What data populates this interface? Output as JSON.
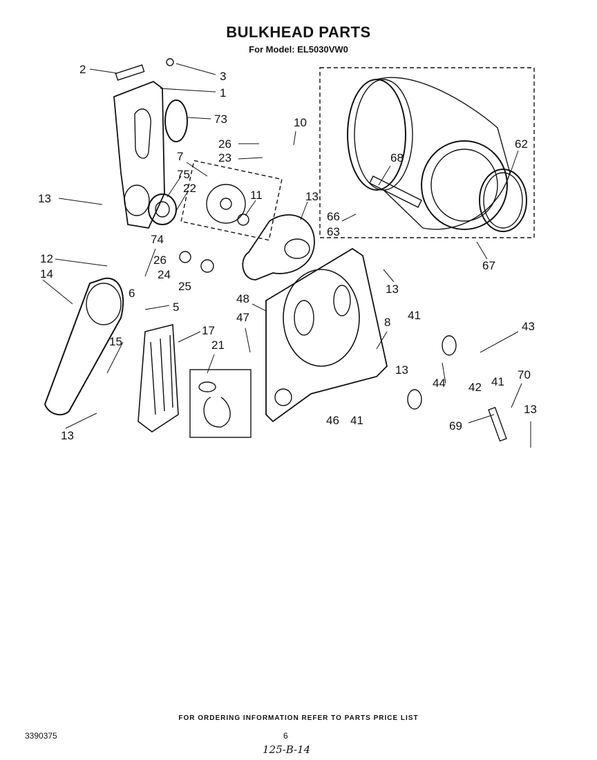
{
  "header": {
    "title": "BULKHEAD PARTS",
    "subtitle": "For Model: EL5030VW0"
  },
  "callouts": [
    "2",
    "3",
    "1",
    "73",
    "13",
    "26",
    "23",
    "10",
    "7",
    "75",
    "22",
    "11",
    "13",
    "74",
    "12",
    "26",
    "24",
    "25",
    "14",
    "6",
    "5",
    "15",
    "17",
    "21",
    "13",
    "48",
    "47",
    "8",
    "41",
    "43",
    "13",
    "44",
    "42",
    "41",
    "70",
    "46",
    "41",
    "69",
    "13",
    "13",
    "62",
    "68",
    "66",
    "63",
    "67"
  ],
  "footer": {
    "note": "FOR ORDERING INFORMATION REFER TO PARTS PRICE LIST",
    "doc_number": "3390375",
    "page_number": "6",
    "handwritten": "125-B-14"
  }
}
